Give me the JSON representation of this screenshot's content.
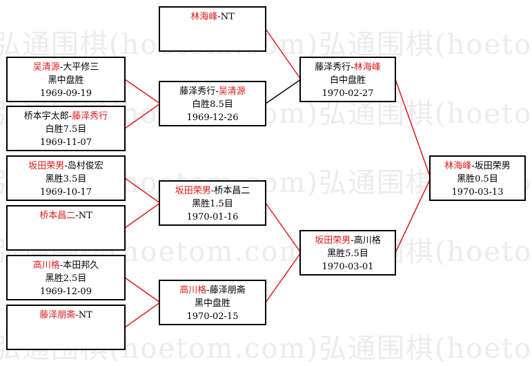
{
  "watermark": "弘通围棋(hoetom.com)弘通围棋(hoetom.com)弘通",
  "colors": {
    "winner": "#e01a1a",
    "red_line": "#e01a1a",
    "black_line": "#000000"
  },
  "round1": [
    {
      "winner": "吴清源",
      "sep": "-",
      "loser": "大平修三",
      "result": "黑中盘胜",
      "date": "1969-09-19"
    },
    {
      "loser": "桥本宇太郎",
      "sep": "-",
      "winner": "藤泽秀行",
      "result": "白胜7.5目",
      "date": "1969-11-07"
    },
    {
      "winner": "坂田荣男",
      "sep": "-",
      "loser": "岛村俊宏",
      "result": "黑胜3.5目",
      "date": "1969-10-17"
    },
    {
      "winner": "桥本昌二",
      "sep": "-",
      "loser": "NT",
      "result": "",
      "date": ""
    },
    {
      "winner": "高川格",
      "sep": "-",
      "loser": "本田邦久",
      "result": "黑胜2.5目",
      "date": "1969-12-09"
    },
    {
      "winner": "藤泽朋斋",
      "sep": "-",
      "loser": "NT",
      "result": "",
      "date": ""
    }
  ],
  "round2": [
    {
      "winner": "林海峰",
      "sep": "-",
      "loser": "NT",
      "result": "",
      "date": ""
    },
    {
      "loser": "藤泽秀行",
      "sep": "-",
      "winner": "吴清源",
      "result": "白胜8.5目",
      "date": "1969-12-26"
    },
    {
      "winner": "坂田荣男",
      "sep": "-",
      "loser": "桥本昌二",
      "result": "黑胜1.5目",
      "date": "1970-01-16"
    },
    {
      "winner": "高川格",
      "sep": "-",
      "loser": "藤泽朋斋",
      "result": "黑中盘胜",
      "date": "1970-02-15"
    }
  ],
  "round3": [
    {
      "loser": "藤泽秀行",
      "sep": "-",
      "winner": "林海峰",
      "result": "白中盘胜",
      "date": "1970-02-27"
    },
    {
      "winner": "坂田荣男",
      "sep": "-",
      "loser": "高川格",
      "result": "黑胜5.5目",
      "date": "1970-03-01"
    }
  ],
  "final": [
    {
      "winner": "林海峰",
      "sep": "-",
      "loser": "坂田荣男",
      "result": "黑胜0.5目",
      "date": "1970-03-13"
    }
  ]
}
